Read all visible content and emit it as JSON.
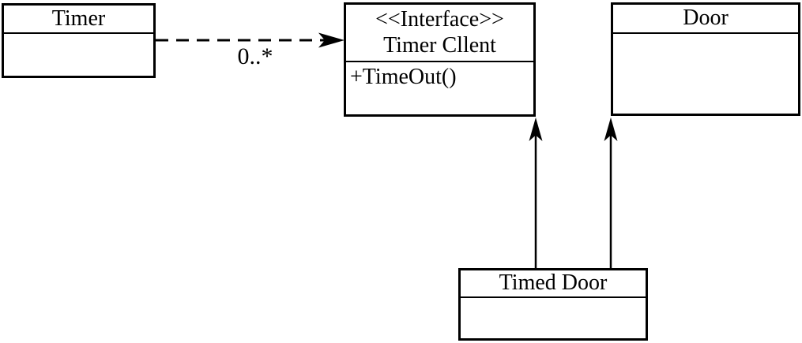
{
  "diagram": {
    "type": "uml-class-diagram",
    "colors": {
      "line": "#000000",
      "background": "#ffffff"
    },
    "classes": {
      "timer": {
        "name": "Timer"
      },
      "timer_client": {
        "stereotype": "<<Interface>>",
        "name": "Timer Cllent",
        "method": "+TimeOut()"
      },
      "door": {
        "name": "Door"
      },
      "timed_door": {
        "name": "Timed Door"
      }
    },
    "associations": {
      "timer_to_timer_client": {
        "style": "dashed-arrow",
        "multiplicity": "0..*"
      },
      "timed_door_to_timer_client": {
        "style": "solid-arrow-up"
      },
      "timed_door_to_door": {
        "style": "solid-arrow-up"
      }
    }
  }
}
